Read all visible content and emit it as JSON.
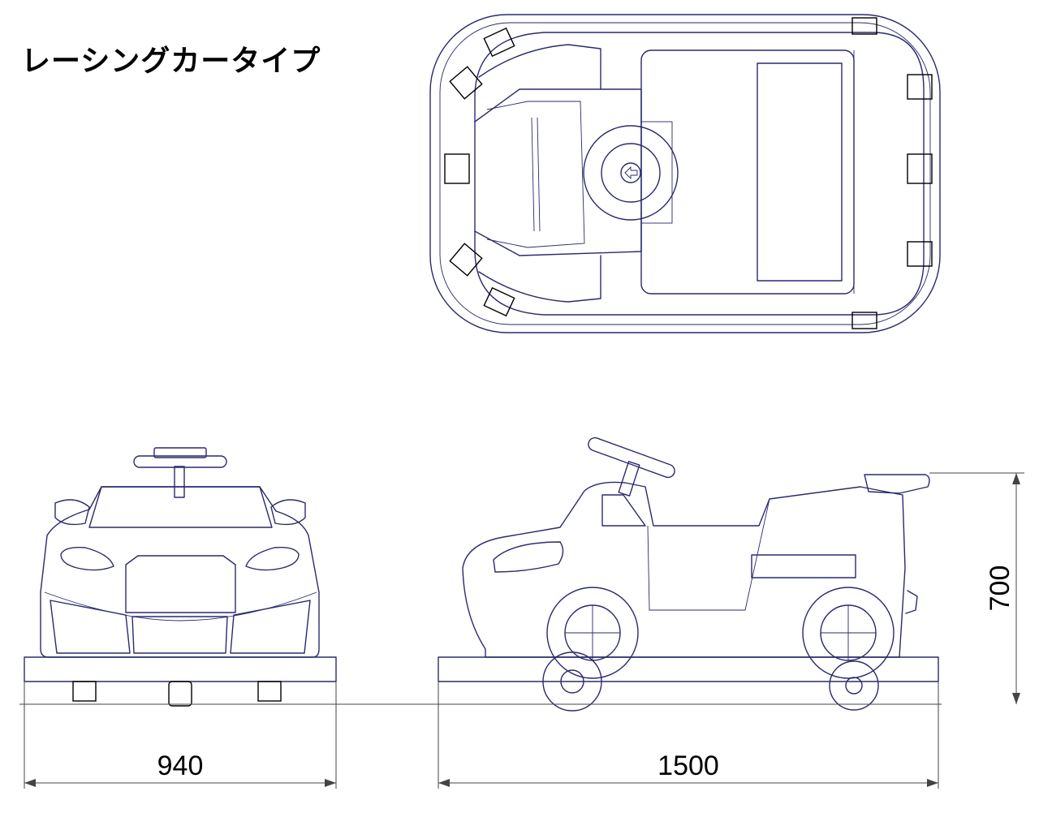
{
  "title": "レーシングカータイプ",
  "views": {
    "top": "top-view",
    "front": "front-view",
    "side": "side-view"
  },
  "dimensions": {
    "width": "940",
    "length": "1500",
    "height": "700"
  }
}
